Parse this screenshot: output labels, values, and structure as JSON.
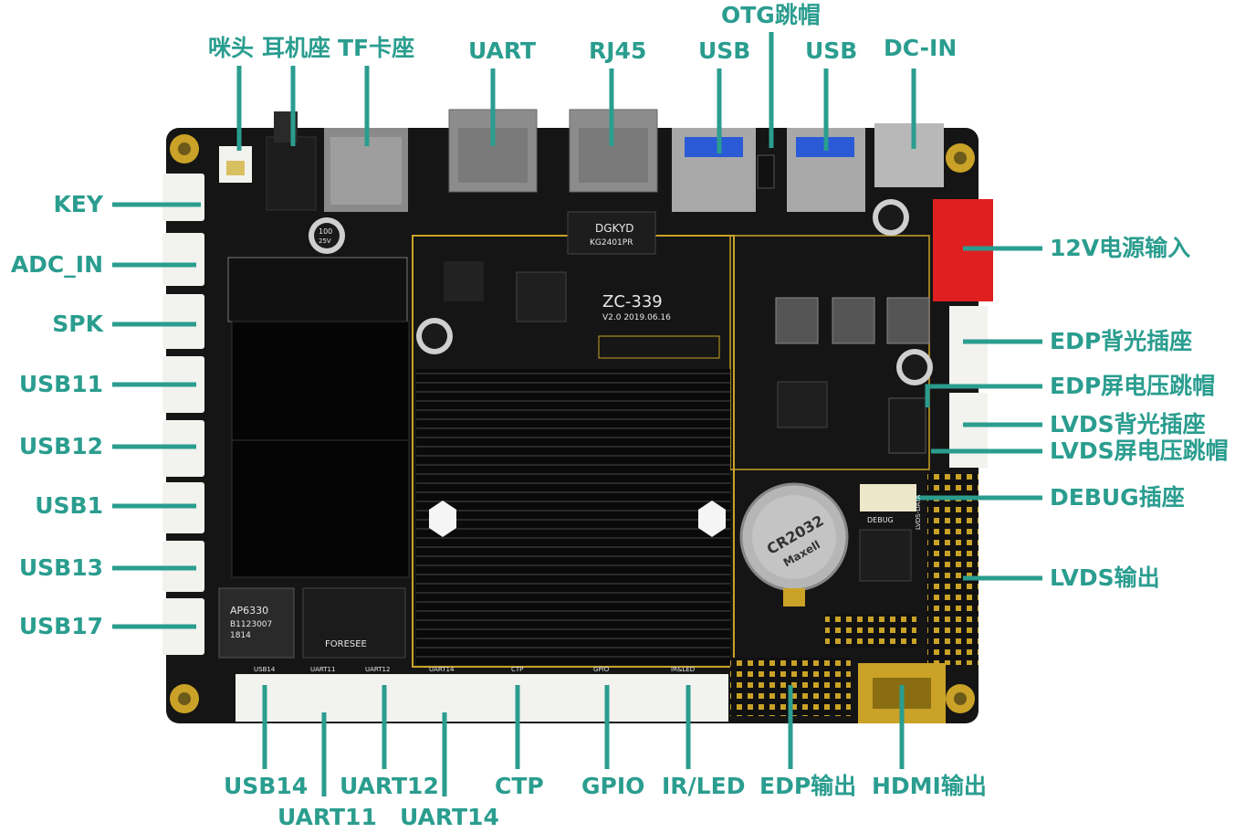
{
  "colors": {
    "accent": "#2a9d8f",
    "board": "#141414",
    "heatsink": "#0c0c0c",
    "connector": "#f2f2ee",
    "gold": "#c9a227",
    "red_connector": "#e02020"
  },
  "labels": {
    "top": {
      "mic": "咪头",
      "headphone": "耳机座",
      "tf": "TF卡座",
      "uart": "UART",
      "rj45": "RJ45",
      "usb_a": "USB",
      "otg": "OTG跳帽",
      "usb_b": "USB",
      "dcin": "DC-IN"
    },
    "left": {
      "key": "KEY",
      "adc": "ADC_IN",
      "spk": "SPK",
      "usb11": "USB11",
      "usb12": "USB12",
      "usb1": "USB1",
      "usb13": "USB13",
      "usb17": "USB17"
    },
    "right": {
      "v12": "12V电源输入",
      "edp_bl": "EDP背光插座",
      "edp_jumper": "EDP屏电压跳帽",
      "lvds_bl": "LVDS背光插座",
      "lvds_jumper": "LVDS屏电压跳帽",
      "debug": "DEBUG插座",
      "lvds_out": "LVDS输出"
    },
    "bottom": {
      "usb14": "USB14",
      "uart11": "UART11",
      "uart12": "UART12",
      "uart14": "UART14",
      "ctp": "CTP",
      "gpio": "GPIO",
      "irled": "IR/LED",
      "edp_out": "EDP输出",
      "hdmi_out": "HDMI输出"
    }
  },
  "silkscreen": {
    "model": "ZC-339",
    "version": "V2.0  2019.06.16",
    "chip_dgkyd": "DGKYD",
    "chip_kg": "KG2401PR",
    "wifi_line1": "AP6330",
    "wifi_line2": "B1123007",
    "wifi_line3": "1814",
    "flash": "FORESEE",
    "cap_value": "100",
    "cap_voltage": "25V",
    "battery": "CR2032",
    "battery_brand": "Maxell",
    "debug_silk": "DEBUG",
    "lvds_silk": "LVDS-DATA",
    "bottom_silk": [
      "USB14",
      "UART11",
      "UART12",
      "UART14",
      "CTP",
      "GPIO",
      "IR&LED"
    ]
  }
}
